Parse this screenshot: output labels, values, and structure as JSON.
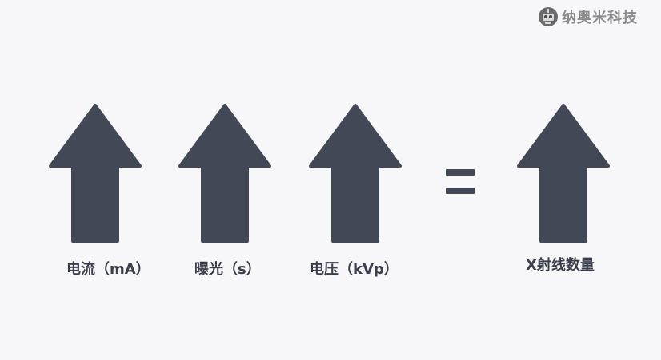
{
  "watermark": {
    "text": "纳奥米科技",
    "logo_icon": "robot-head-icon"
  },
  "colors": {
    "background": "#f7f7f9",
    "arrow": "#434857",
    "label": "#3a3f4b",
    "watermark": "#8a8a8a"
  },
  "factors": [
    {
      "label": "电流（mA）",
      "icon": "up-arrow-icon"
    },
    {
      "label": "曝光（s）",
      "icon": "up-arrow-icon"
    },
    {
      "label": "电压（kVp）",
      "icon": "up-arrow-icon"
    }
  ],
  "operator": "=",
  "result": {
    "label": "X射线数量",
    "icon": "up-arrow-icon"
  }
}
